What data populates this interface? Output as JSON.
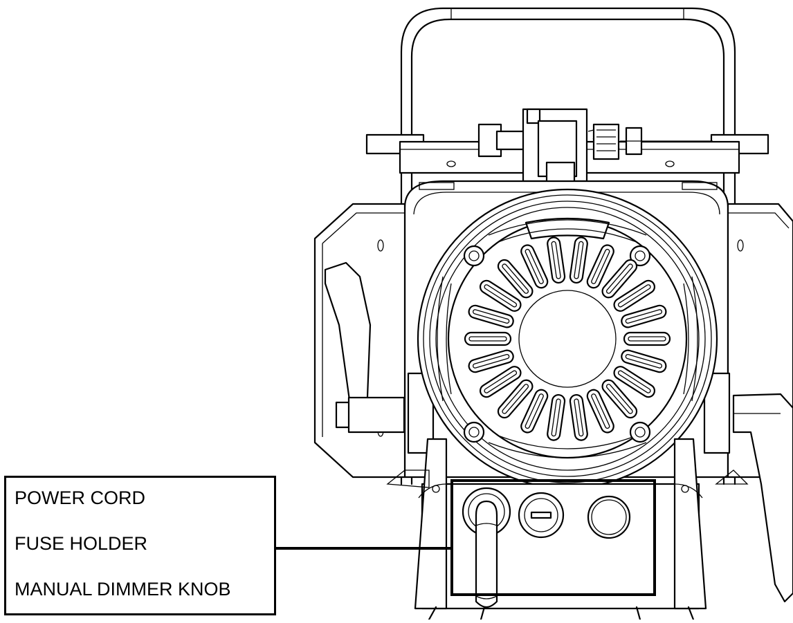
{
  "callout": {
    "labels": [
      "POWER CORD",
      "FUSE HOLDER",
      "MANUAL DIMMER KNOB"
    ]
  }
}
